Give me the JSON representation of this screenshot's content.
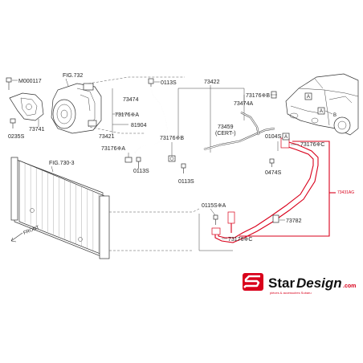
{
  "labels": {
    "m000117": "M000117",
    "fig732": "FIG.732",
    "p73741": "73741",
    "p0235s": "0235S",
    "p73474": "73474",
    "p73176a_1": "73176※A",
    "p81904": "81904",
    "p73421": "73421",
    "p0113s_1": "0113S",
    "p73422": "73422",
    "p73176b_1": "73176※B",
    "p73474a": "73474A",
    "p73176a_2": "73176※A",
    "p0113s_2": "0113S",
    "p73176b_2": "73176※B",
    "p0113s_3": "0113S",
    "p73459": "73459",
    "cert": "(CERT-)",
    "p0104s": "0104S",
    "p73176c_1": "73176※C",
    "p0474s": "0474S",
    "fig730": "FIG.730-3",
    "p0115s": "0115S※A",
    "p73782": "73782",
    "p73176c_2": "73176※C",
    "front": "FRONT",
    "ref_a_1": "A",
    "ref_a_2": "A",
    "ref_a_3": "A",
    "ref_b": "B",
    "highlight_part": "73431AG"
  },
  "logo": {
    "brand_1": "Star",
    "brand_2": "Design",
    "brand_domain": ".com",
    "tagline": "pièces & accessoires Subaru"
  },
  "colors": {
    "highlight": "#d9001b",
    "logo_accent": "#d9001b",
    "line": "#333333"
  }
}
